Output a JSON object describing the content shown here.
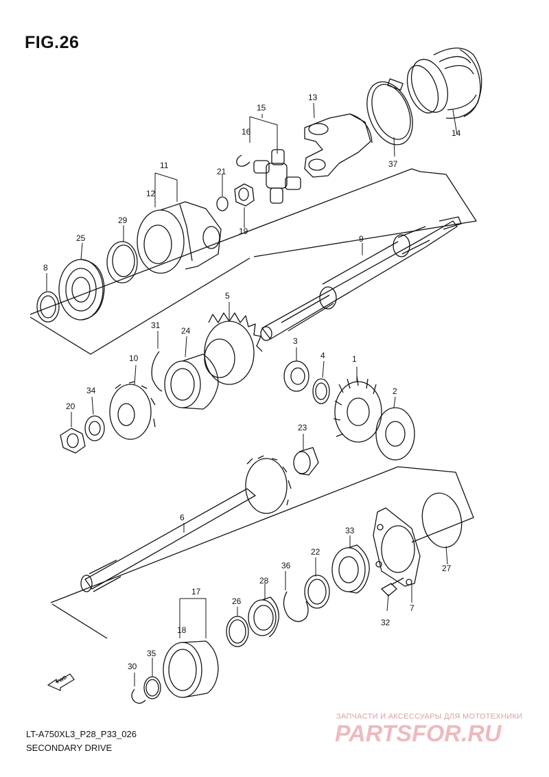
{
  "figure": {
    "title": "FIG.26",
    "code": "LT-A750XL3_P28_P33_026",
    "name": "SECONDARY DRIVE"
  },
  "direction_arrow": {
    "label": "FWD",
    "icon": "fwd-arrow-icon"
  },
  "parts": [
    {
      "id": "p1",
      "label": "1"
    },
    {
      "id": "p2",
      "label": "2"
    },
    {
      "id": "p3",
      "label": "3"
    },
    {
      "id": "p4",
      "label": "4"
    },
    {
      "id": "p5",
      "label": "5"
    },
    {
      "id": "p6",
      "label": "6"
    },
    {
      "id": "p7",
      "label": "7"
    },
    {
      "id": "p8",
      "label": "8"
    },
    {
      "id": "p9",
      "label": "9"
    },
    {
      "id": "p10",
      "label": "10"
    },
    {
      "id": "p11",
      "label": "11"
    },
    {
      "id": "p12",
      "label": "12"
    },
    {
      "id": "p13",
      "label": "13"
    },
    {
      "id": "p14",
      "label": "14"
    },
    {
      "id": "p15",
      "label": "15"
    },
    {
      "id": "p16",
      "label": "16"
    },
    {
      "id": "p17",
      "label": "17"
    },
    {
      "id": "p18",
      "label": "18"
    },
    {
      "id": "p19",
      "label": "19"
    },
    {
      "id": "p20",
      "label": "20"
    },
    {
      "id": "p21",
      "label": "21"
    },
    {
      "id": "p22",
      "label": "22"
    },
    {
      "id": "p23",
      "label": "23"
    },
    {
      "id": "p24",
      "label": "24"
    },
    {
      "id": "p25",
      "label": "25"
    },
    {
      "id": "p26",
      "label": "26"
    },
    {
      "id": "p27",
      "label": "27"
    },
    {
      "id": "p28",
      "label": "28"
    },
    {
      "id": "p29",
      "label": "29"
    },
    {
      "id": "p30",
      "label": "30"
    },
    {
      "id": "p31",
      "label": "31"
    },
    {
      "id": "p32",
      "label": "32"
    },
    {
      "id": "p33",
      "label": "33"
    },
    {
      "id": "p34",
      "label": "34"
    },
    {
      "id": "p35",
      "label": "35"
    },
    {
      "id": "p36",
      "label": "36"
    },
    {
      "id": "p37",
      "label": "37"
    }
  ],
  "watermark": {
    "tagline": "ЗАПЧАСТИ И АКСЕССУАРЫ ДЛЯ МОТОТЕХНИКИ",
    "logo_text": "PARTSFOR.RU",
    "color": "#e8a3aa"
  }
}
